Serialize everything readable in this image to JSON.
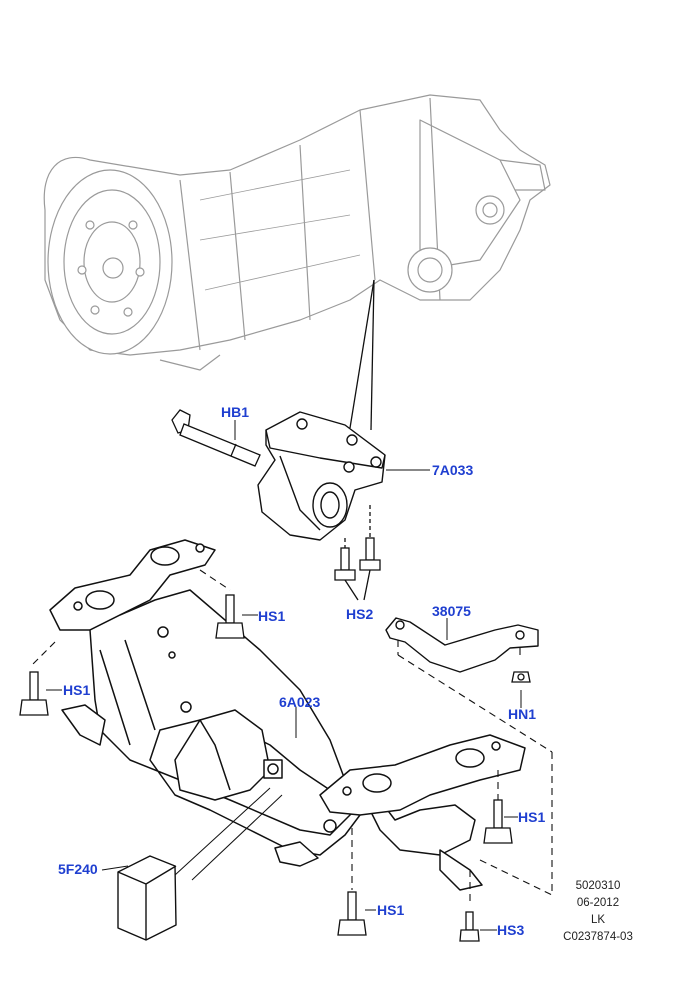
{
  "callouts": {
    "hb1": "HB1",
    "7a033": "7A033",
    "hs2": "HS2",
    "38075": "38075",
    "hs1_a": "HS1",
    "hs1_b": "HS1",
    "6a023": "6A023",
    "hn1": "HN1",
    "hs1_c": "HS1",
    "5f240": "5F240",
    "hs1_d": "HS1",
    "hs3": "HS3"
  },
  "footer": {
    "line1": "5020310",
    "line2": "06-2012",
    "line3": "LK",
    "line4": "C0237874-03"
  },
  "colors": {
    "callout": "#1f3fd0",
    "ghost_part": "#9a9a9a",
    "part_outline": "#111111"
  }
}
